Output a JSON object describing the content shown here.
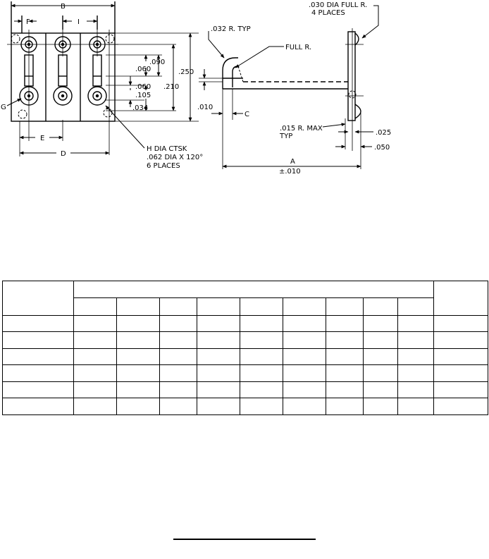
{
  "drawing": {
    "labels": {
      "dim_b": "B",
      "dim_f": "F",
      "dim_i": "I",
      "dim_090": ".090",
      "dim_060_top": ".060",
      "dim_060_mid": ".060",
      "dim_210": ".210",
      "dim_105": ".105",
      "dim_250": ".250",
      "dim_034": ".034",
      "dim_g": "G",
      "dim_e": "E",
      "dim_d": "D",
      "note_h_line1": "H DIA CTSK",
      "note_h_line2": ".062 DIA X 120°",
      "note_h_line3": "6 PLACES",
      "note_032": ".032 R. TYP",
      "note_full_r": "FULL R.",
      "note_030_line1": ".030 DIA FULL R.",
      "note_030_line2": "4 PLACES",
      "dim_010": ".010",
      "dim_c": "C",
      "note_015_line1": ".015 R. MAX",
      "note_015_line2": "TYP",
      "dim_025": ".025",
      "dim_050": ".050",
      "dim_a": "A",
      "dim_a_tol": "±.010"
    }
  },
  "table": {
    "header": [
      "",
      "",
      ""
    ],
    "subheader": [
      "",
      "",
      "",
      "",
      "",
      "",
      "",
      "",
      ""
    ],
    "rows": [
      [
        "",
        "",
        "",
        "",
        "",
        "",
        "",
        "",
        "",
        "",
        ""
      ],
      [
        "",
        "",
        "",
        "",
        "",
        "",
        "",
        "",
        "",
        "",
        ""
      ],
      [
        "",
        "",
        "",
        "",
        "",
        "",
        "",
        "",
        "",
        "",
        ""
      ],
      [
        "",
        "",
        "",
        "",
        "",
        "",
        "",
        "",
        "",
        "",
        ""
      ],
      [
        "",
        "",
        "",
        "",
        "",
        "",
        "",
        "",
        "",
        "",
        ""
      ],
      [
        "",
        "",
        "",
        "",
        "",
        "",
        "",
        "",
        "",
        "",
        ""
      ]
    ]
  }
}
